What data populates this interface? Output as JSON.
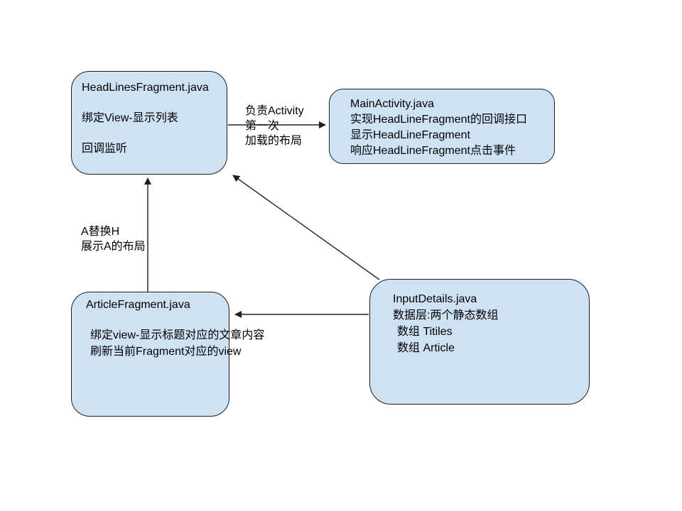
{
  "diagram": {
    "background_color": "#ffffff",
    "node_fill_color": "#cfe2f3",
    "node_border_color": "#1f1f1f",
    "arrow_color": "#1f1f1f",
    "nodes": {
      "headlines": {
        "title": "HeadLinesFragment.java",
        "line1": "绑定View-显示列表",
        "line2": "回调监听"
      },
      "mainactivity": {
        "title": "MainActivity.java",
        "line1": "实现HeadLineFragment的回调接口",
        "line2": "显示HeadLineFragment",
        "line3": "响应HeadLineFragment点击事件"
      },
      "article": {
        "title": "ArticleFragment.java",
        "line1": "绑定view-显示标题对应的文章内容",
        "line2": "刷新当前Fragment对应的view"
      },
      "inputdetails": {
        "title": "InputDetails.java",
        "line1": "数据层:两个静态数组",
        "line2": "数组 Titiles",
        "line3": "数组 Article"
      }
    },
    "edge_labels": {
      "load_layout": {
        "line1": "负责Activity",
        "line2": "第一次",
        "line3": "加载的布局"
      },
      "replace": {
        "line1": "A替换H",
        "line2": "展示A的布局"
      }
    },
    "connectors": [
      {
        "from": "headlines",
        "to": "mainactivity",
        "label": "负责Activity 第一次 加载的布局"
      },
      {
        "from": "article",
        "to": "headlines",
        "label": "A替换H 展示A的布局"
      },
      {
        "from": "inputdetails",
        "to": "headlines",
        "label": ""
      },
      {
        "from": "inputdetails",
        "to": "article",
        "label": ""
      }
    ]
  }
}
